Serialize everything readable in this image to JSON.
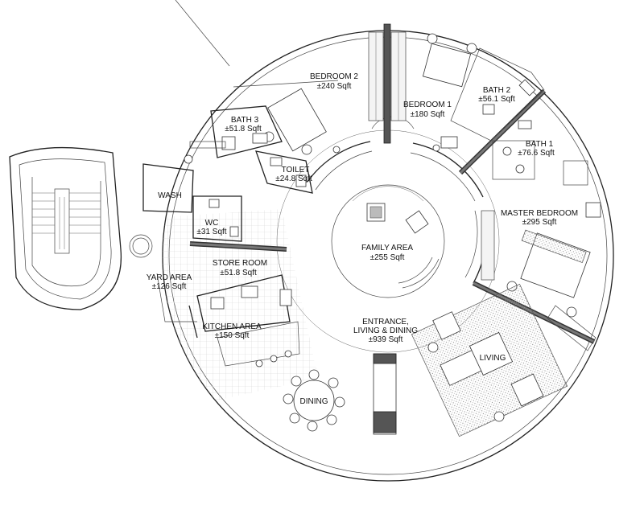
{
  "plan": {
    "rooms": {
      "bedroom2": {
        "name": "BEDROOM 2",
        "area": "±240 Sqft"
      },
      "bedroom1": {
        "name": "BEDROOM 1",
        "area": "±180 Sqft"
      },
      "bath2": {
        "name": "BATH 2",
        "area": "±56.1 Sqft"
      },
      "bath1": {
        "name": "BATH 1",
        "area": "±76.6 Sqft"
      },
      "bath3": {
        "name": "BATH 3",
        "area": "±51.8 Sqft"
      },
      "toilet": {
        "name": "TOILET",
        "area": "±24.8 Sqft"
      },
      "wash": {
        "name": "WASH"
      },
      "wc": {
        "name": "WC",
        "area": "±31 Sqft"
      },
      "master_bedroom": {
        "name": "MASTER BEDROOM",
        "area": "±295 Sqft"
      },
      "family_area": {
        "name": "FAMILY AREA",
        "area": "±255 Sqft"
      },
      "store_room": {
        "name": "STORE ROOM",
        "area": "±51.8 Sqft"
      },
      "yard_area": {
        "name": "YARD AREA",
        "area": "±126 Sqft"
      },
      "kitchen_area": {
        "name": "KITCHEN AREA",
        "area": "±150 Sqft"
      },
      "entrance": {
        "name_line1": "ENTRANCE,",
        "name_line2": "LIVING & DINING",
        "area": "±939 Sqft"
      }
    },
    "labels": {
      "dining": "DINING",
      "living": "LIVING"
    }
  }
}
